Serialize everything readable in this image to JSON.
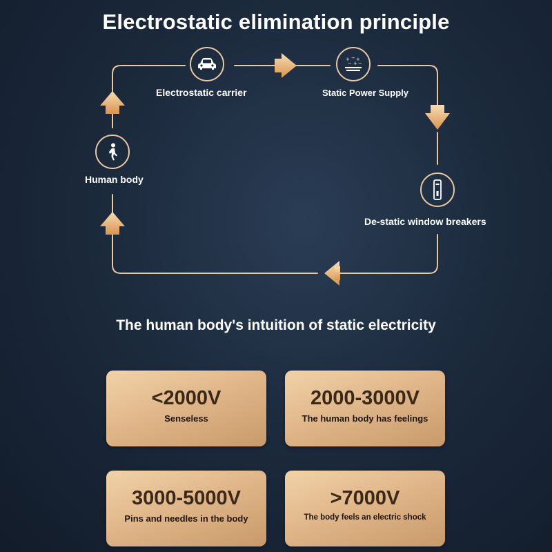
{
  "title": "Electrostatic elimination principle",
  "cycle": {
    "nodes": [
      {
        "label": "Electrostatic carrier",
        "icon": "car-icon"
      },
      {
        "label": "Static Power Supply",
        "icon": "static-charge-icon"
      },
      {
        "label": "De-static window breakers",
        "icon": "window-breaker-icon"
      },
      {
        "label": "Human body",
        "icon": "walking-person-icon"
      }
    ],
    "line_color": "#e9c9a0",
    "arrow_color": "#e8a860"
  },
  "subtitle": "The human body's intuition of static electricity",
  "levels": [
    {
      "voltage": "<2000V",
      "description": "Senseless"
    },
    {
      "voltage": "2000-3000V",
      "description": "The human body has feelings"
    },
    {
      "voltage": "3000-5000V",
      "description": "Pins and needles in the body"
    },
    {
      "voltage": ">7000V",
      "description": "The body feels an electric shock"
    }
  ]
}
